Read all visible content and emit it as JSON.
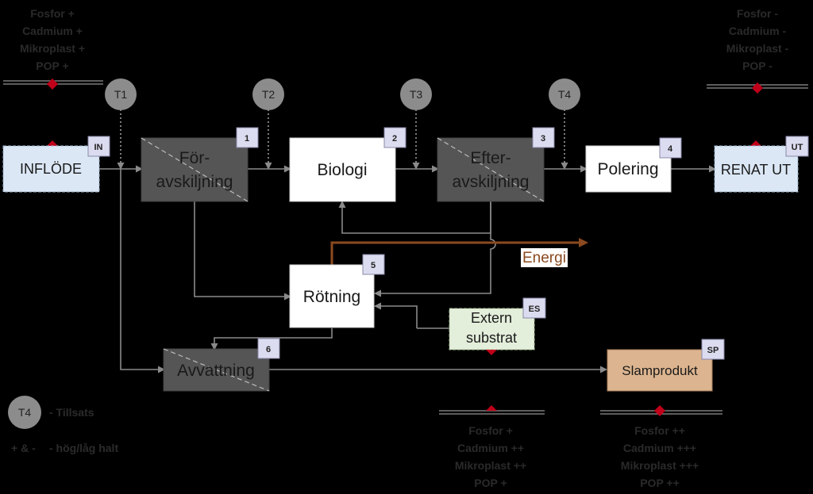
{
  "inflow": {
    "label": "INFLÖDE",
    "tag": "IN",
    "substances": [
      "Fosfor +",
      "Cadmium +",
      "Mikroplast +",
      "POP +"
    ]
  },
  "outflow": {
    "label": "RENAT UT",
    "tag": "UT",
    "substances": [
      "Fosfor -",
      "Cadmium -",
      "Mikroplast -",
      "POP -"
    ]
  },
  "processes": [
    {
      "id": "1",
      "label_lines": [
        "För-",
        "avskiljning"
      ]
    },
    {
      "id": "2",
      "label_lines": [
        "Biologi"
      ]
    },
    {
      "id": "3",
      "label_lines": [
        "Efter-",
        "avskiljning"
      ]
    },
    {
      "id": "4",
      "label_lines": [
        "Polering"
      ]
    },
    {
      "id": "5",
      "label_lines": [
        "Rötning"
      ]
    },
    {
      "id": "6",
      "label_lines": [
        "Avvattning"
      ]
    }
  ],
  "external": {
    "label_lines": [
      "Extern",
      "substrat"
    ],
    "tag": "ES",
    "substances": [
      "Fosfor +",
      "Cadmium ++",
      "Mikroplast ++",
      "POP +"
    ]
  },
  "sludge": {
    "label": "Slamprodukt",
    "tag": "SP",
    "substances": [
      "Fosfor ++",
      "Cadmium +++",
      "Mikroplast +++",
      "POP ++"
    ]
  },
  "dosing_points": [
    "T1",
    "T2",
    "T3",
    "T4"
  ],
  "energy_label": "Energi",
  "legend": {
    "dosing_symbol": "T4",
    "dosing_text": "- Tillsats",
    "level_symbol": "+ & -",
    "level_text": "- hög/låg halt"
  },
  "colors": {
    "background": "#000000",
    "inflow_fill": "#dbe7f5",
    "light_box": "#ffffff",
    "dark_box": "#555555",
    "external_fill": "#e3eedb",
    "sludge_fill": "#dcb48f",
    "energy": "#8b4a1f",
    "arrow": "#8a8a8a",
    "marker": "#c0001a"
  }
}
